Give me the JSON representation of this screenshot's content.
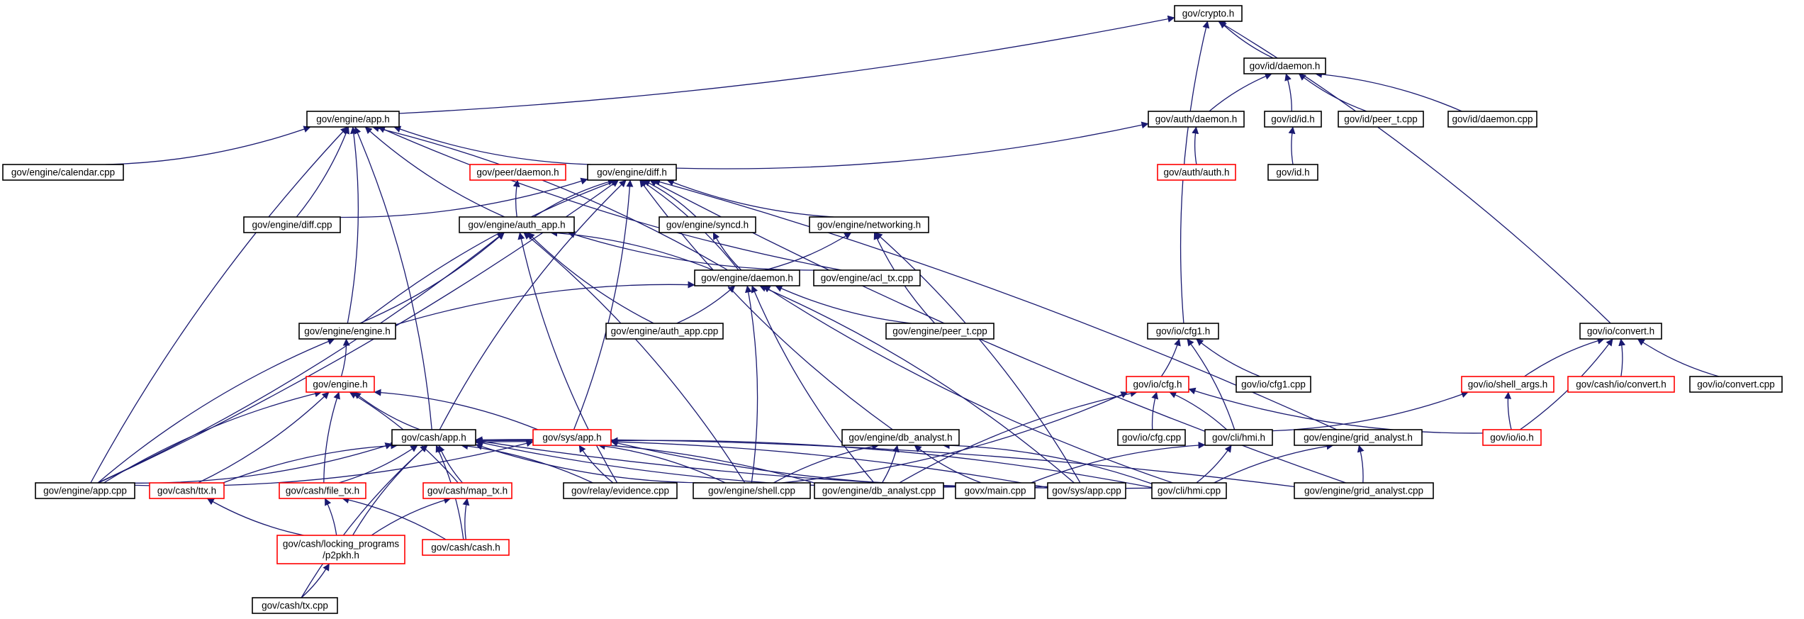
{
  "colors": {
    "edge": "#191970",
    "node_border": "#000000",
    "truncated_border": "#ff0000",
    "focus_fill": "#bfbfbf",
    "background": "#ffffff"
  },
  "graph": {
    "nodes": [
      {
        "id": "crypto_h",
        "label": "gov/crypto.h",
        "style": "focus"
      },
      {
        "id": "id_daemon_h",
        "label": "gov/id/daemon.h",
        "style": "normal"
      },
      {
        "id": "engine_app_h",
        "label": "gov/engine/app.h",
        "style": "normal"
      },
      {
        "id": "auth_daemon_h",
        "label": "gov/auth/daemon.h",
        "style": "normal"
      },
      {
        "id": "id_id_h",
        "label": "gov/id/id.h",
        "style": "normal"
      },
      {
        "id": "id_peer_t_cpp",
        "label": "gov/id/peer_t.cpp",
        "style": "normal"
      },
      {
        "id": "id_daemon_cpp",
        "label": "gov/id/daemon.cpp",
        "style": "normal"
      },
      {
        "id": "calendar_cpp",
        "label": "gov/engine/calendar.cpp",
        "style": "normal"
      },
      {
        "id": "peer_daemon_h",
        "label": "gov/peer/daemon.h",
        "style": "truncated"
      },
      {
        "id": "diff_h",
        "label": "gov/engine/diff.h",
        "style": "normal"
      },
      {
        "id": "auth_auth_h",
        "label": "gov/auth/auth.h",
        "style": "truncated"
      },
      {
        "id": "id_h",
        "label": "gov/id.h",
        "style": "normal"
      },
      {
        "id": "diff_cpp",
        "label": "gov/engine/diff.cpp",
        "style": "normal"
      },
      {
        "id": "auth_app_h",
        "label": "gov/engine/auth_app.h",
        "style": "normal"
      },
      {
        "id": "syncd_h",
        "label": "gov/engine/syncd.h",
        "style": "normal"
      },
      {
        "id": "networking_h",
        "label": "gov/engine/networking.h",
        "style": "normal"
      },
      {
        "id": "engine_daemon_h",
        "label": "gov/engine/daemon.h",
        "style": "normal"
      },
      {
        "id": "acl_tx_cpp",
        "label": "gov/engine/acl_tx.cpp",
        "style": "normal"
      },
      {
        "id": "engine_engine_h",
        "label": "gov/engine/engine.h",
        "style": "normal"
      },
      {
        "id": "auth_app_cpp",
        "label": "gov/engine/auth_app.cpp",
        "style": "normal"
      },
      {
        "id": "peer_t_cpp",
        "label": "gov/engine/peer_t.cpp",
        "style": "normal"
      },
      {
        "id": "cfg1_h",
        "label": "gov/io/cfg1.h",
        "style": "normal"
      },
      {
        "id": "io_convert_h",
        "label": "gov/io/convert.h",
        "style": "normal"
      },
      {
        "id": "engine_h",
        "label": "gov/engine.h",
        "style": "truncated"
      },
      {
        "id": "cfg_h",
        "label": "gov/io/cfg.h",
        "style": "truncated"
      },
      {
        "id": "cfg1_cpp",
        "label": "gov/io/cfg1.cpp",
        "style": "normal"
      },
      {
        "id": "shell_args_h",
        "label": "gov/io/shell_args.h",
        "style": "truncated"
      },
      {
        "id": "cash_io_convert_h",
        "label": "gov/cash/io/convert.h",
        "style": "truncated"
      },
      {
        "id": "io_convert_cpp",
        "label": "gov/io/convert.cpp",
        "style": "normal"
      },
      {
        "id": "cash_app_h",
        "label": "gov/cash/app.h",
        "style": "normal"
      },
      {
        "id": "sys_app_h",
        "label": "gov/sys/app.h",
        "style": "truncated"
      },
      {
        "id": "db_analyst_h",
        "label": "gov/engine/db_analyst.h",
        "style": "normal"
      },
      {
        "id": "cfg_cpp",
        "label": "gov/io/cfg.cpp",
        "style": "normal"
      },
      {
        "id": "cli_hmi_h",
        "label": "gov/cli/hmi.h",
        "style": "normal"
      },
      {
        "id": "grid_analyst_h",
        "label": "gov/engine/grid_analyst.h",
        "style": "normal"
      },
      {
        "id": "io_io_h",
        "label": "gov/io/io.h",
        "style": "truncated"
      },
      {
        "id": "engine_app_cpp",
        "label": "gov/engine/app.cpp",
        "style": "normal"
      },
      {
        "id": "cash_ttx_h",
        "label": "gov/cash/ttx.h",
        "style": "truncated"
      },
      {
        "id": "cash_file_tx_h",
        "label": "gov/cash/file_tx.h",
        "style": "truncated"
      },
      {
        "id": "cash_map_tx_h",
        "label": "gov/cash/map_tx.h",
        "style": "truncated"
      },
      {
        "id": "relay_evidence_cpp",
        "label": "gov/relay/evidence.cpp",
        "style": "normal"
      },
      {
        "id": "shell_cpp",
        "label": "gov/engine/shell.cpp",
        "style": "normal"
      },
      {
        "id": "db_analyst_cpp",
        "label": "gov/engine/db_analyst.cpp",
        "style": "normal"
      },
      {
        "id": "govx_main_cpp",
        "label": "govx/main.cpp",
        "style": "normal"
      },
      {
        "id": "sys_app_cpp",
        "label": "gov/sys/app.cpp",
        "style": "normal"
      },
      {
        "id": "cli_hmi_cpp",
        "label": "gov/cli/hmi.cpp",
        "style": "normal"
      },
      {
        "id": "grid_analyst_cpp",
        "label": "gov/engine/grid_analyst.cpp",
        "style": "normal"
      },
      {
        "id": "p2pkh_h",
        "label": [
          "gov/cash/locking_programs",
          "/p2pkh.h"
        ],
        "style": "truncated"
      },
      {
        "id": "cash_cash_h",
        "label": "gov/cash/cash.h",
        "style": "truncated"
      },
      {
        "id": "cash_tx_cpp",
        "label": "gov/cash/tx.cpp",
        "style": "normal"
      }
    ],
    "edges": [
      [
        "id_daemon_h",
        "crypto_h"
      ],
      [
        "engine_app_h",
        "crypto_h"
      ],
      [
        "cfg1_h",
        "crypto_h"
      ],
      [
        "io_convert_h",
        "crypto_h"
      ],
      [
        "auth_daemon_h",
        "id_daemon_h"
      ],
      [
        "id_id_h",
        "id_daemon_h"
      ],
      [
        "id_peer_t_cpp",
        "id_daemon_h"
      ],
      [
        "id_daemon_cpp",
        "id_daemon_h"
      ],
      [
        "auth_auth_h",
        "auth_daemon_h"
      ],
      [
        "diff_h",
        "auth_daemon_h"
      ],
      [
        "id_h",
        "id_id_h"
      ],
      [
        "calendar_cpp",
        "engine_app_h"
      ],
      [
        "diff_h",
        "engine_app_h"
      ],
      [
        "diff_cpp",
        "engine_app_h"
      ],
      [
        "auth_app_h",
        "engine_app_h"
      ],
      [
        "engine_daemon_h",
        "engine_app_h"
      ],
      [
        "acl_tx_cpp",
        "engine_app_h"
      ],
      [
        "engine_engine_h",
        "engine_app_h"
      ],
      [
        "engine_app_cpp",
        "engine_app_h"
      ],
      [
        "cash_app_h",
        "engine_app_h"
      ],
      [
        "auth_app_h",
        "peer_daemon_h"
      ],
      [
        "diff_cpp",
        "diff_h"
      ],
      [
        "auth_app_h",
        "diff_h"
      ],
      [
        "syncd_h",
        "diff_h"
      ],
      [
        "networking_h",
        "diff_h"
      ],
      [
        "engine_daemon_h",
        "diff_h"
      ],
      [
        "engine_engine_h",
        "diff_h"
      ],
      [
        "engine_app_cpp",
        "diff_h"
      ],
      [
        "cash_app_h",
        "diff_h"
      ],
      [
        "sys_app_h",
        "diff_h"
      ],
      [
        "db_analyst_h",
        "diff_h"
      ],
      [
        "grid_analyst_h",
        "diff_h"
      ],
      [
        "grid_analyst_cpp",
        "diff_h"
      ],
      [
        "engine_daemon_h",
        "auth_app_h"
      ],
      [
        "acl_tx_cpp",
        "auth_app_h"
      ],
      [
        "engine_engine_h",
        "auth_app_h"
      ],
      [
        "auth_app_cpp",
        "auth_app_h"
      ],
      [
        "engine_app_cpp",
        "auth_app_h"
      ],
      [
        "relay_evidence_cpp",
        "auth_app_h"
      ],
      [
        "shell_cpp",
        "auth_app_h"
      ],
      [
        "engine_daemon_h",
        "syncd_h"
      ],
      [
        "engine_daemon_h",
        "networking_h"
      ],
      [
        "peer_t_cpp",
        "networking_h"
      ],
      [
        "sys_app_cpp",
        "networking_h"
      ],
      [
        "engine_engine_h",
        "engine_daemon_h"
      ],
      [
        "auth_app_cpp",
        "engine_daemon_h"
      ],
      [
        "peer_t_cpp",
        "engine_daemon_h"
      ],
      [
        "shell_cpp",
        "engine_daemon_h"
      ],
      [
        "db_analyst_cpp",
        "engine_daemon_h"
      ],
      [
        "sys_app_cpp",
        "engine_daemon_h"
      ],
      [
        "cli_hmi_cpp",
        "engine_daemon_h"
      ],
      [
        "engine_h",
        "engine_engine_h"
      ],
      [
        "engine_app_cpp",
        "engine_engine_h"
      ],
      [
        "cfg_h",
        "cfg1_h"
      ],
      [
        "cfg1_cpp",
        "cfg1_h"
      ],
      [
        "cli_hmi_h",
        "cfg1_h"
      ],
      [
        "shell_args_h",
        "io_convert_h"
      ],
      [
        "cash_io_convert_h",
        "io_convert_h"
      ],
      [
        "io_convert_cpp",
        "io_convert_h"
      ],
      [
        "io_io_h",
        "io_convert_h"
      ],
      [
        "cash_app_h",
        "engine_h"
      ],
      [
        "sys_app_h",
        "engine_h"
      ],
      [
        "engine_app_cpp",
        "engine_h"
      ],
      [
        "cash_ttx_h",
        "engine_h"
      ],
      [
        "cash_file_tx_h",
        "engine_h"
      ],
      [
        "cash_map_tx_h",
        "engine_h"
      ],
      [
        "cfg_cpp",
        "cfg_h"
      ],
      [
        "cli_hmi_h",
        "cfg_h"
      ],
      [
        "io_io_h",
        "cfg_h"
      ],
      [
        "shell_cpp",
        "cfg_h"
      ],
      [
        "db_analyst_cpp",
        "cfg_h"
      ],
      [
        "cli_hmi_h",
        "shell_args_h"
      ],
      [
        "io_io_h",
        "shell_args_h"
      ],
      [
        "engine_app_cpp",
        "cash_app_h"
      ],
      [
        "cash_ttx_h",
        "cash_app_h"
      ],
      [
        "cash_file_tx_h",
        "cash_app_h"
      ],
      [
        "cash_map_tx_h",
        "cash_app_h"
      ],
      [
        "relay_evidence_cpp",
        "cash_app_h"
      ],
      [
        "shell_cpp",
        "cash_app_h"
      ],
      [
        "db_analyst_cpp",
        "cash_app_h"
      ],
      [
        "govx_main_cpp",
        "cash_app_h"
      ],
      [
        "sys_app_cpp",
        "cash_app_h"
      ],
      [
        "cli_hmi_cpp",
        "cash_app_h"
      ],
      [
        "grid_analyst_cpp",
        "cash_app_h"
      ],
      [
        "p2pkh_h",
        "cash_app_h"
      ],
      [
        "cash_cash_h",
        "cash_app_h"
      ],
      [
        "cash_tx_cpp",
        "cash_app_h"
      ],
      [
        "engine_app_cpp",
        "sys_app_h"
      ],
      [
        "relay_evidence_cpp",
        "sys_app_h"
      ],
      [
        "shell_cpp",
        "sys_app_h"
      ],
      [
        "sys_app_cpp",
        "sys_app_h"
      ],
      [
        "cli_hmi_cpp",
        "sys_app_h"
      ],
      [
        "shell_cpp",
        "db_analyst_h"
      ],
      [
        "db_analyst_cpp",
        "db_analyst_h"
      ],
      [
        "govx_main_cpp",
        "db_analyst_h"
      ],
      [
        "cli_hmi_cpp",
        "db_analyst_h"
      ],
      [
        "govx_main_cpp",
        "cli_hmi_h"
      ],
      [
        "cli_hmi_cpp",
        "cli_hmi_h"
      ],
      [
        "cli_hmi_cpp",
        "grid_analyst_h"
      ],
      [
        "grid_analyst_cpp",
        "grid_analyst_h"
      ],
      [
        "p2pkh_h",
        "cash_ttx_h"
      ],
      [
        "p2pkh_h",
        "cash_file_tx_h"
      ],
      [
        "p2pkh_h",
        "cash_map_tx_h"
      ],
      [
        "cash_cash_h",
        "cash_file_tx_h"
      ],
      [
        "cash_cash_h",
        "cash_map_tx_h"
      ],
      [
        "cash_tx_cpp",
        "p2pkh_h"
      ]
    ]
  }
}
